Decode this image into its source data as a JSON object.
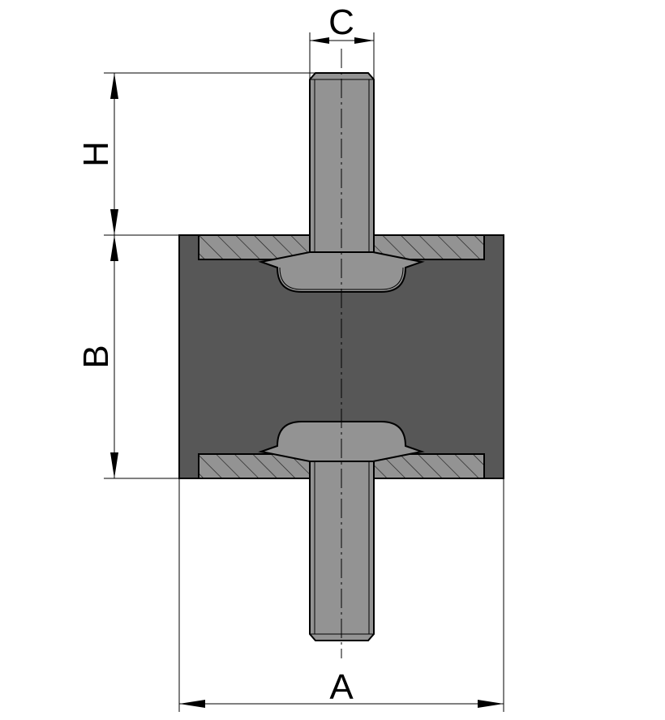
{
  "dimensions": {
    "width_label": "A",
    "height_label": "B",
    "stud_diameter_label": "C",
    "stud_length_label": "H"
  },
  "colors": {
    "rubber": "#575757",
    "stud": "#939393",
    "plate": "#939393",
    "line": "#000000",
    "background": "#ffffff"
  }
}
